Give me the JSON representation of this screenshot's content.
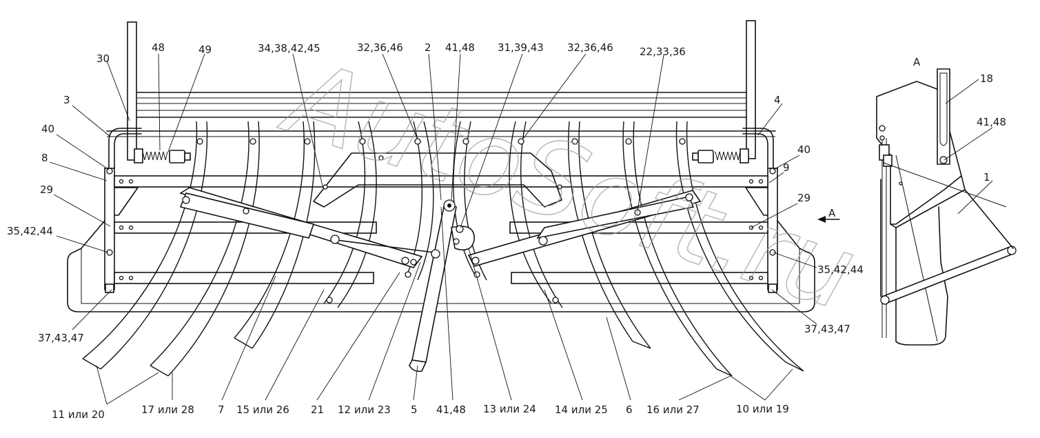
{
  "watermark": "AutoSoft.ru",
  "view_label": "A",
  "arrow_label": "A",
  "callouts": {
    "c30": "30",
    "c48_top": "48",
    "c49": "49",
    "c3": "3",
    "c40_left": "40",
    "c8": "8",
    "c29_left": "29",
    "c35_left": "35,42,44",
    "c37_left": "37,43,47",
    "c34": "34,38,42,45",
    "c32_a": "32,36,46",
    "c2": "2",
    "c41_top": "41,48",
    "c31": "31,39,43",
    "c32_b": "32,36,46",
    "c22": "22,33,36",
    "c4": "4",
    "c40_right": "40",
    "c9": "9",
    "c29_right": "29",
    "c35_right": "35,42,44",
    "c37_right": "37,43,47",
    "c18": "18",
    "c41_side": "41,48",
    "c1": "1"
  },
  "bottom_labels": [
    "11 или 20",
    "17 или 28",
    "7",
    "15 или 26",
    "21",
    "12 или 23",
    "5",
    "41,48",
    "13 или 24",
    "14 или 25",
    "6",
    "16 или 27",
    "10 или 19"
  ]
}
